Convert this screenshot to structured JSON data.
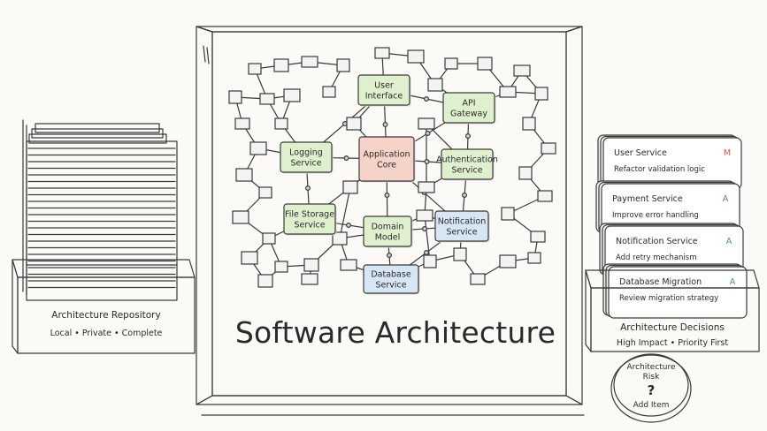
{
  "diagram": {
    "title": "Software Architecture",
    "nodes": [
      {
        "id": "ui",
        "lines": [
          "User",
          "Interface"
        ],
        "color": "#dff0cf"
      },
      {
        "id": "api",
        "lines": [
          "API",
          "Gateway"
        ],
        "color": "#dff0cf"
      },
      {
        "id": "logging",
        "lines": [
          "Logging",
          "Service"
        ],
        "color": "#dff0cf"
      },
      {
        "id": "core",
        "lines": [
          "Application",
          "Core"
        ],
        "color": "#f6d3c8"
      },
      {
        "id": "auth",
        "lines": [
          "Authentication",
          "Service"
        ],
        "color": "#dff0cf"
      },
      {
        "id": "file",
        "lines": [
          "File Storage",
          "Service"
        ],
        "color": "#dff0cf"
      },
      {
        "id": "domain",
        "lines": [
          "Domain",
          "Model"
        ],
        "color": "#dff0cf"
      },
      {
        "id": "notif",
        "lines": [
          "Notification",
          "Service"
        ],
        "color": "#d6e6f4"
      },
      {
        "id": "db",
        "lines": [
          "Database",
          "Service"
        ],
        "color": "#d6e6f4"
      }
    ],
    "edges": [
      [
        "core",
        "ui"
      ],
      [
        "core",
        "api"
      ],
      [
        "core",
        "logging"
      ],
      [
        "core",
        "auth"
      ],
      [
        "core",
        "file"
      ],
      [
        "core",
        "domain"
      ],
      [
        "core",
        "notif"
      ],
      [
        "domain",
        "db"
      ],
      [
        "ui",
        "api"
      ],
      [
        "logging",
        "file"
      ],
      [
        "auth",
        "notif"
      ],
      [
        "api",
        "auth"
      ],
      [
        "domain",
        "file"
      ],
      [
        "domain",
        "notif"
      ],
      [
        "notif",
        "db"
      ],
      [
        "ui",
        "logging"
      ]
    ]
  },
  "repository": {
    "label": "Architecture Repository",
    "sublabel": "Local • Private • Complete"
  },
  "decisions": {
    "label": "Architecture Decisions",
    "sublabel": "High Impact • Priority First",
    "cards": [
      {
        "title": "User Service",
        "subtitle": "Refactor validation logic",
        "badge": "M",
        "badge_color": "#d9534f"
      },
      {
        "title": "Payment Service",
        "subtitle": "Improve error handling",
        "badge": "A",
        "badge_color": "#4a9a4a"
      },
      {
        "title": "Notification Service",
        "subtitle": "Add retry mechanism",
        "badge": "A",
        "badge_color": "#4a9a4a"
      },
      {
        "title": "Database Migration",
        "subtitle": "Review migration strategy",
        "badge": "A",
        "badge_color": "#4a9a4a"
      }
    ]
  },
  "risk_token": {
    "title_line1": "Architecture",
    "title_line2": "Risk",
    "symbol": "?",
    "action": "Add Item"
  }
}
